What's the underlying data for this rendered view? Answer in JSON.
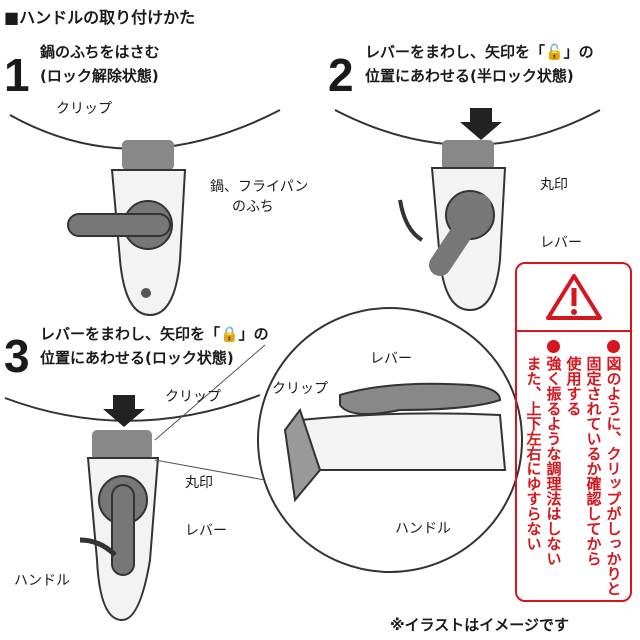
{
  "title": "■ハンドルの取り付けかた",
  "steps": [
    {
      "number": "1",
      "line1": "鍋のふちをはさむ",
      "line2": "(ロック解除状態)"
    },
    {
      "number": "2",
      "line1": "レバーをまわし、矢印を「🔓」の",
      "line2": "位置にあわせる(半ロック状態)"
    },
    {
      "number": "3",
      "line1": "レバーをまわし、矢印を「🔒」の",
      "line2": "位置にあわせる(ロック状態)"
    }
  ],
  "labels": {
    "clip": "クリップ",
    "rim_line1": "鍋、フライパン",
    "rim_line2": "のふち",
    "mark": "丸印",
    "lever": "レバー",
    "handle": "ハンドル"
  },
  "warning": {
    "icon": "warning-triangle-icon",
    "item1": "図のように、クリップがしっかりと固定されているか確認してから使用する",
    "item1_cols": [
      "図のように、クリップがしっかりと",
      "固定されているか確認してから",
      "使用する"
    ],
    "item2_cols": [
      "強く振るような調理法はしない",
      "また、上下左右にゆすらない"
    ]
  },
  "footnote": "※イラストはイメージです",
  "colors": {
    "warning": "#d6161e",
    "lever": "#7a7a7a"
  }
}
